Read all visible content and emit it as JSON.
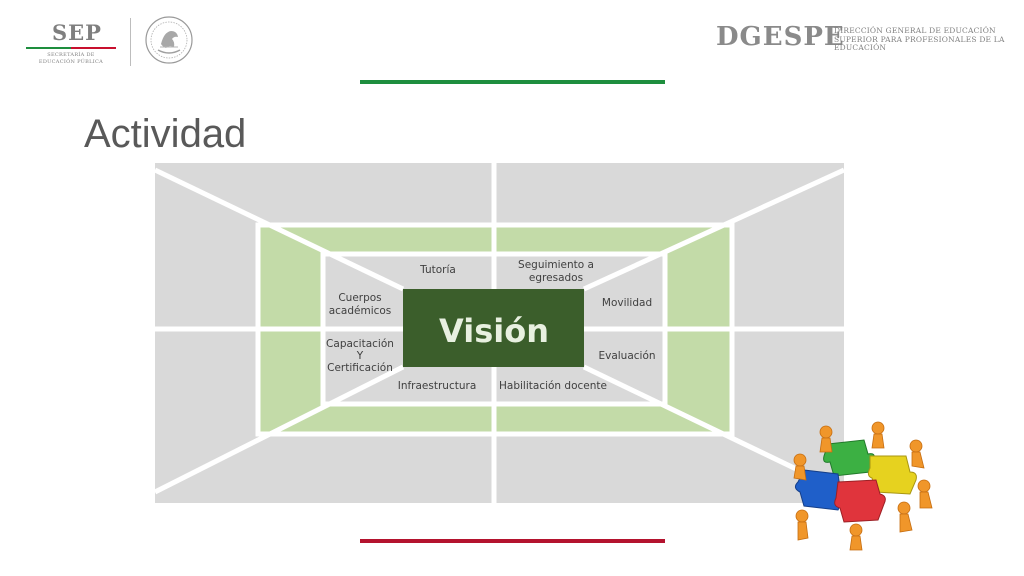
{
  "header": {
    "sep_logo": {
      "word": "SEP",
      "sub_line_1": "SECRETARÍA DE",
      "sub_line_2": "EDUCACIÓN PÚBLICA"
    },
    "dgespe": {
      "word": "DGESPE",
      "desc_line_1": "DIRECCIÓN GENERAL DE EDUCACIÓN",
      "desc_line_2": "SUPERIOR PARA PROFESIONALES DE LA",
      "desc_line_3": "EDUCACIÓN"
    }
  },
  "slide": {
    "title": "Actividad"
  },
  "diagram": {
    "center": "Visión",
    "items": {
      "tutoria": "Tutoría",
      "seguimiento_line_1": "Seguimiento a",
      "seguimiento_line_2": "egresados",
      "cuerpos_line_1": "Cuerpos",
      "cuerpos_line_2": "académicos",
      "movilidad": "Movilidad",
      "capacitacion_line_1": "Capacitación",
      "capacitacion_line_2": "Y",
      "capacitacion_line_3": "Certificación",
      "evaluacion": "Evaluación",
      "infraestructura": "Infraestructura",
      "habilitacion": "Habilitación docente"
    }
  },
  "colors": {
    "gray_panel": "#d9d9d9",
    "green_panel": "#c3dba8",
    "center_green": "#3b5e2b",
    "divider_white": "#ffffff",
    "accent_green": "#1e8e3e",
    "accent_red": "#b4132e"
  }
}
